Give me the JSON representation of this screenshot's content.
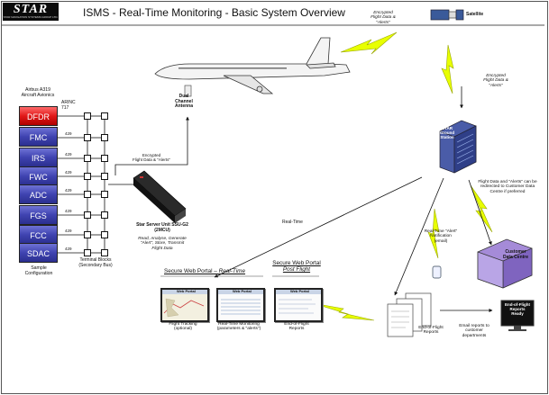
{
  "header": {
    "title": "ISMS - Real-Time Monitoring - Basic System Overview",
    "logo_text": "STAR",
    "logo_subtext": "STAR NAVIGATION SYSTEMS GROUP LTD."
  },
  "aircraft": {
    "avionics_label": "Airbus A319\nAircraft Avionics",
    "arinc_label": "ARINC\n717",
    "systems": [
      {
        "label": "DFDR",
        "bus": ""
      },
      {
        "label": "FMC",
        "bus": "429"
      },
      {
        "label": "IRS",
        "bus": "429"
      },
      {
        "label": "FWC",
        "bus": "429"
      },
      {
        "label": "ADC",
        "bus": "429"
      },
      {
        "label": "FGS",
        "bus": "429"
      },
      {
        "label": "FCC",
        "bus": "429"
      },
      {
        "label": "SDAC",
        "bus": "429"
      }
    ],
    "sample_config_label": "Sample\nConfiguration",
    "terminal_blocks_label": "Terminal Blocks\n(Secondary Bus)",
    "antenna_label": "Dual\nChannel\nAntenna"
  },
  "ssu": {
    "encrypted_label": "Encrypted\nFlight Data & \"Alerts\"",
    "title": "Star Server Unit SSU-G2\n(2MCU)",
    "description": "Read, Analyse, Generate\n\"Alert\", Store, Transmit\nFlight Data"
  },
  "satellite": {
    "label": "Satellite",
    "uplink_label": "Encrypted\nFlight Data &\n\"Alerts\"",
    "downlink_label": "Encrypted\nFlight Data &\n\"Alerts\""
  },
  "ground_station": {
    "label": "STAR\nGround\nStation",
    "redirect_note": "Flight Data and \"Alerts\" can be\nredirected to Customer Data\nCentre if preferred",
    "alert_label": "Real-Time \"Alert\"\nNotification\n(email)",
    "realtime_label": "Real-Time"
  },
  "customer": {
    "label": "Customer\nData Centre"
  },
  "portals": {
    "realtime_title_prefix": "Secure Web Portal – ",
    "realtime_title_emph": "Real-Time",
    "postflight_title": "Secure Web Portal",
    "postflight_title_emph": "Post Flight",
    "flight_tracking_label": "Flight Tracking\n(optional)",
    "monitoring_label": "Real-Time Monitoring\n(parameters & \"alerts\")",
    "eof_label": "End-of-Flight\nReports",
    "screen_brand_1": "Web Portal",
    "screen_brand_2": "Web Portal",
    "screen_brand_3": "Web Portal"
  },
  "reports": {
    "eof_reports_label": "End-of-Flight\nReports",
    "email_label": "Email reports to\ncustomer\ndepartments",
    "ready_label": "End-of-Flight\nReports\nReady"
  }
}
